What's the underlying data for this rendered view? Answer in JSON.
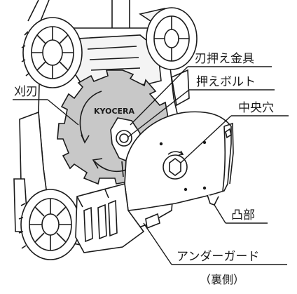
{
  "labels": {
    "blade_holder": "刃押え金具",
    "presser_bolt": "押えボルト",
    "center_hole": "中央穴",
    "blade": "刈刃",
    "protrusion": "凸部",
    "under_guard": "アンダーガード",
    "under_guard_note": "（裏側）"
  },
  "brand": "KYOCERA",
  "colors": {
    "outline": "#1a1a1a",
    "blade_fill": "#c8c8c8",
    "body_fill": "#ffffff",
    "hatch": "#3a3a3a"
  }
}
